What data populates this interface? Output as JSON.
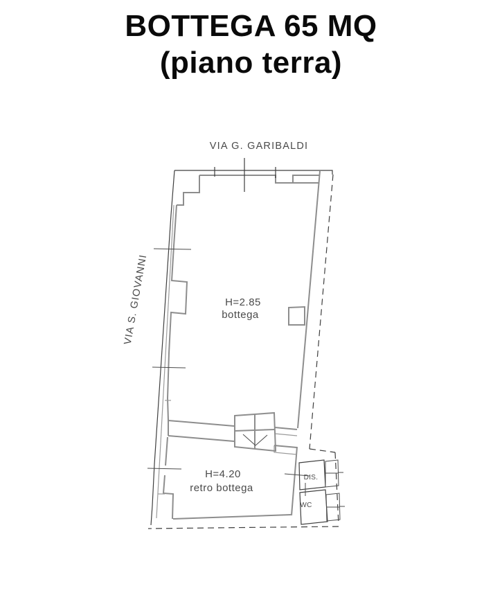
{
  "title": {
    "line1": "BOTTEGA 65 MQ",
    "line2": "(piano terra)"
  },
  "floor_plan": {
    "street_labels": {
      "top": "VIA G. GARIBALDI",
      "left": "VIA S. GIOVANNI"
    },
    "rooms": {
      "bottega": {
        "height_label": "H=2.85",
        "name_label": "bottega"
      },
      "retro_bottega": {
        "height_label": "H=4.20",
        "name_label": "retro bottega"
      },
      "dis": {
        "name_label": "DIS."
      },
      "wc": {
        "name_label": "WC"
      }
    },
    "colors": {
      "wall_gray": "#8d8d8d",
      "line_dark": "#3d3d3d",
      "label_text": "#4a4a4a",
      "title_text": "#0a0a0a",
      "background": "#ffffff"
    }
  }
}
